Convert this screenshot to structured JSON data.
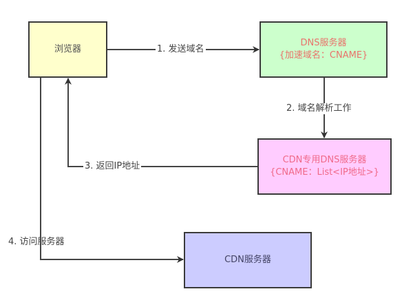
{
  "nodes": {
    "browser": {
      "label": "浏览器",
      "fill": "#ffffcc"
    },
    "dns_server": {
      "line1": "DNS服务器",
      "line2": "{加速域名：CNAME}",
      "fill": "#ccffcc",
      "text_color": "#e8736c"
    },
    "cdn_dns_server": {
      "line1": "CDN专用DNS服务器",
      "line2": "{CNAME：List<IP地址>}",
      "fill": "#ffccff",
      "text_color": "#f06a8a"
    },
    "cdn_server": {
      "label": "CDN服务器",
      "fill": "#ccccff"
    }
  },
  "edges": [
    {
      "label": "1. 发送域名",
      "from": "浏览器",
      "to": "DNS服务器"
    },
    {
      "label": "2. 域名解析工作",
      "from": "DNS服务器",
      "to": "CDN专用DNS服务器"
    },
    {
      "label": "3. 返回IP地址",
      "from": "CDN专用DNS服务器",
      "to": "浏览器"
    },
    {
      "label": "4. 访问服务器",
      "from": "浏览器",
      "to": "CDN服务器"
    }
  ]
}
